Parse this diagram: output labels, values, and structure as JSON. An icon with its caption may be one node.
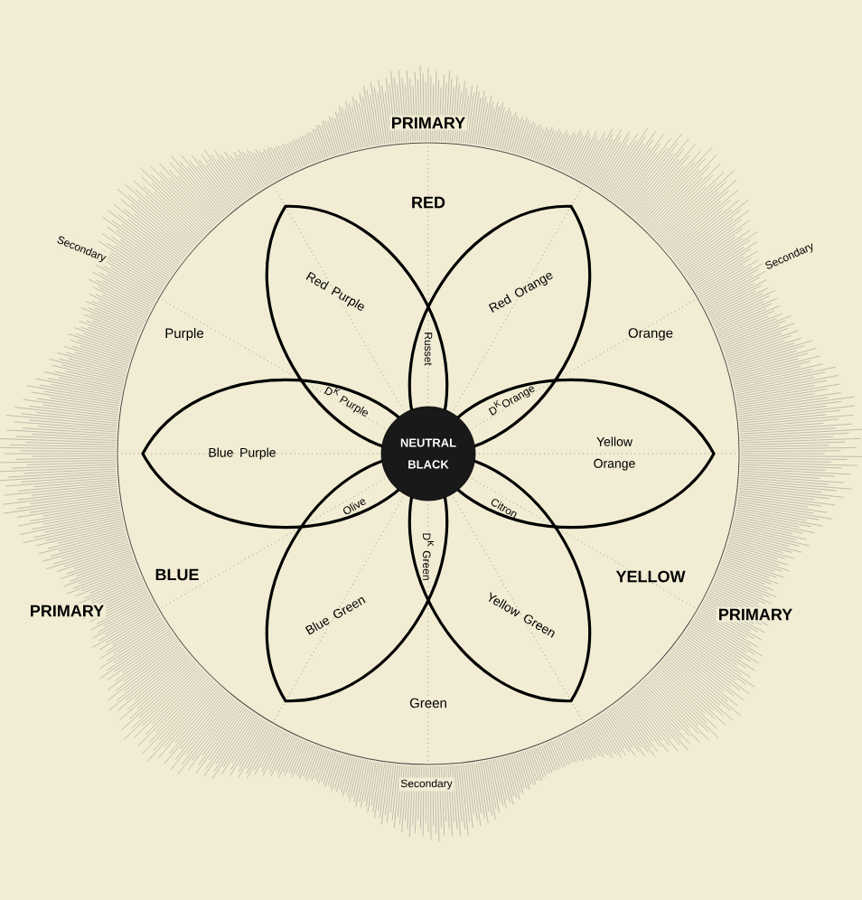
{
  "diagram": {
    "nodes": [
      {
        "text": [
          "NEUTRAL BLACK"
        ]
      },
      {
        "text": [
          "Red Purple"
        ]
      },
      {
        "text": [
          "Red Orange"
        ]
      },
      {
        "text": [
          "Yellow Orange"
        ]
      },
      {
        "text": [
          "Yellow Green"
        ]
      },
      {
        "text": [
          "Blue Green"
        ]
      },
      {
        "text": [
          "Blue Purple"
        ]
      }
    ],
    "labels": [
      "PRIMARY",
      "Secondary",
      "RED",
      "Secondary",
      "Purple",
      "Russet",
      "Orange",
      "D$^{K}$ Purple",
      "D$^{K}$Orange",
      "Olive",
      "Citron",
      "D$^{K}$ Green",
      "BLUE",
      "YELLOW",
      "PRIMARY",
      "PRIMARY",
      "Green",
      "Secondary"
    ]
  }
}
